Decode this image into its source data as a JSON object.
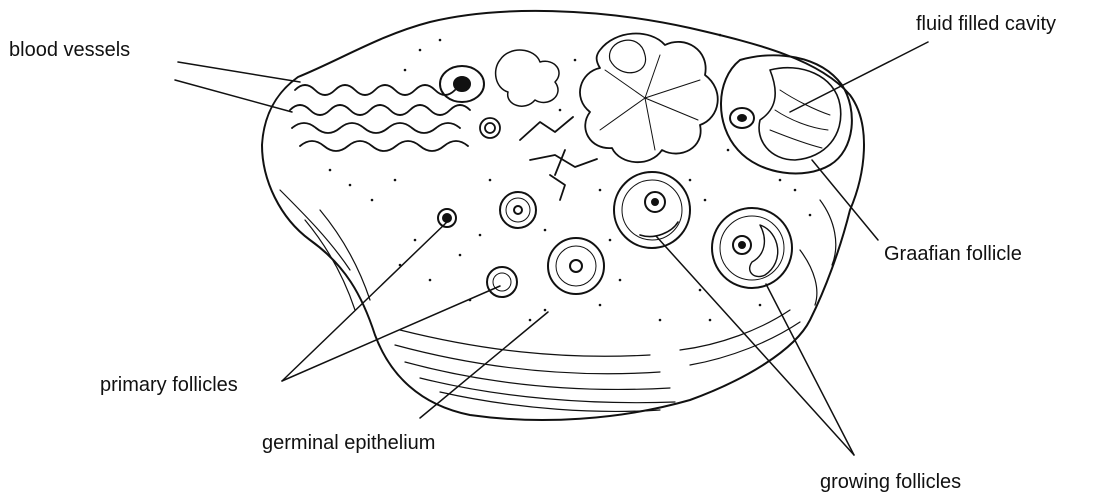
{
  "labels": {
    "blood_vessels": "blood vessels",
    "fluid_filled_cavity": "fluid filled cavity",
    "graafian_follicle": "Graafian follicle",
    "primary_follicles": "primary follicles",
    "germinal_epithelium": "germinal epithelium",
    "growing_follicles": "growing follicles"
  },
  "colors": {
    "ink": "#111111",
    "background": "#ffffff"
  }
}
